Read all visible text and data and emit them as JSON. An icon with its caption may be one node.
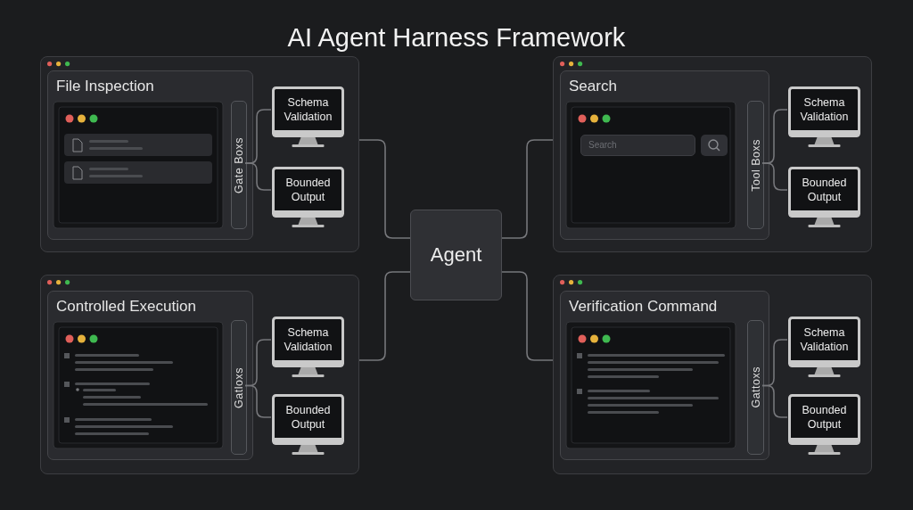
{
  "diagram": {
    "title": "AI Agent Harness Framework",
    "nodes": [
      {
        "text": [],
        "shape": "box"
      },
      {
        "text": [
          "File Inspection"
        ],
        "in": 0
      },
      {
        "text": [
          "Gate Boxs"
        ],
        "in": 1
      },
      {
        "text": [
          "Schema Validation"
        ],
        "in": 0
      },
      {
        "text": [
          "Bounded Output"
        ],
        "in": 0
      },
      {
        "text": [],
        "shape": "box"
      },
      {
        "text": [
          "Search"
        ],
        "in": 5
      },
      {
        "text": [
          "Tool Boxs"
        ],
        "in": 6
      },
      {
        "text": [
          "Schema Validation"
        ],
        "in": 5
      },
      {
        "text": [
          "Bounded Output"
        ],
        "in": 5
      },
      {
        "text": [
          "Agent"
        ]
      },
      {
        "text": [],
        "shape": "box"
      },
      {
        "text": [
          "Controlled Execution"
        ],
        "in": 11
      },
      {
        "text": [
          "Gatloxs"
        ],
        "in": 12
      },
      {
        "text": [
          "Schema Validation"
        ],
        "in": 11
      },
      {
        "text": [
          "Bounded Output"
        ],
        "in": 11
      },
      {
        "text": [],
        "shape": "box"
      },
      {
        "text": [
          "Verification Command"
        ],
        "in": 16
      },
      {
        "text": [
          "Gattoxs"
        ],
        "in": 17
      },
      {
        "text": [
          "Schema Validation"
        ],
        "in": 16
      },
      {
        "text": [
          "Bounded Output"
        ],
        "in": 16
      }
    ],
    "edges": [
      {
        "from": 10,
        "to": 0,
        "arrow": "none"
      },
      {
        "from": 10,
        "to": 5,
        "arrow": "none"
      },
      {
        "from": 10,
        "to": 11,
        "arrow": "none"
      },
      {
        "from": 10,
        "to": 16,
        "arrow": "none"
      },
      {
        "from": 2,
        "to": 3,
        "arrow": "none"
      },
      {
        "from": 2,
        "to": 4,
        "arrow": "none"
      },
      {
        "from": 7,
        "to": 8,
        "arrow": "none"
      },
      {
        "from": 7,
        "to": 9,
        "arrow": "none"
      },
      {
        "from": 13,
        "to": 14,
        "arrow": "none"
      },
      {
        "from": 13,
        "to": 15,
        "arrow": "none"
      },
      {
        "from": 18,
        "to": 19,
        "arrow": "none"
      },
      {
        "from": 18,
        "to": 20,
        "arrow": "none"
      }
    ],
    "labels": [
      "Search"
    ]
  }
}
